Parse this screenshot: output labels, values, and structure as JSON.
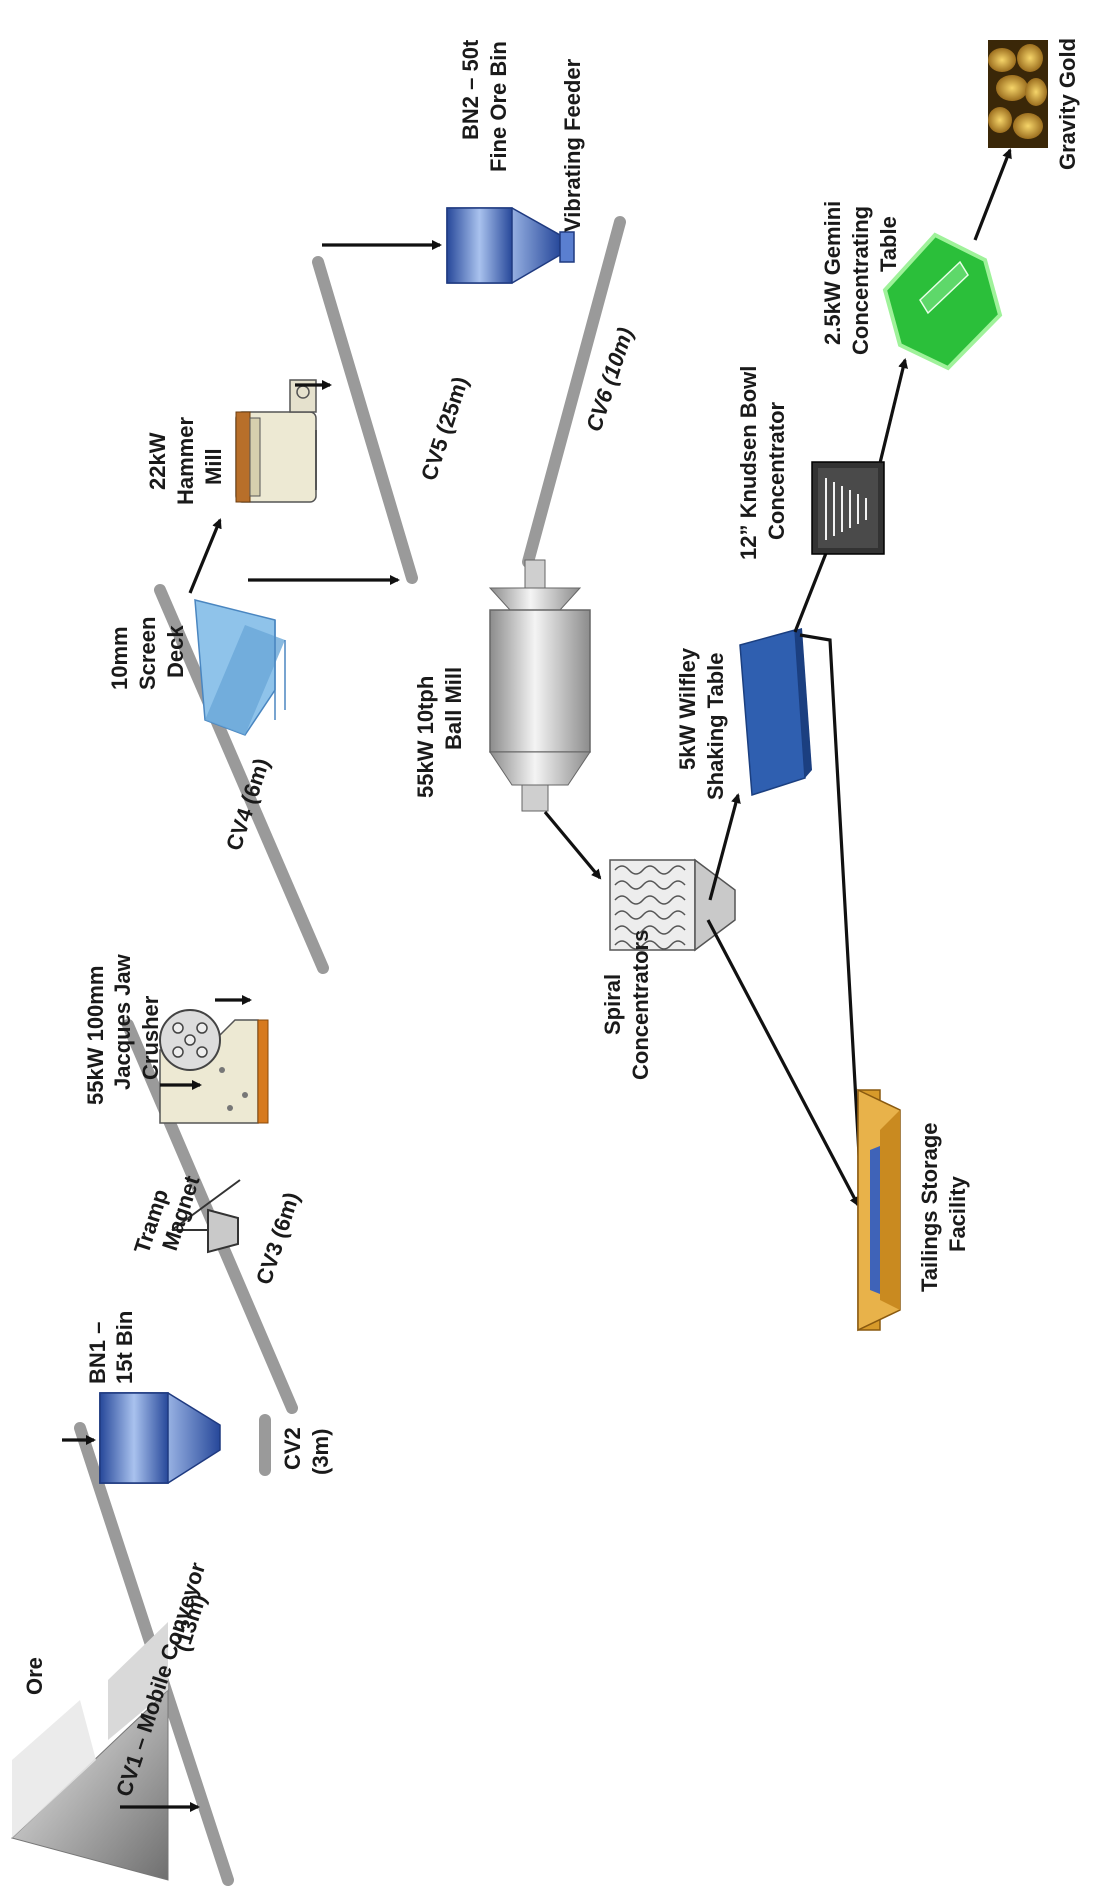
{
  "labels": {
    "ore": "Ore",
    "cv1_a": "CV1 – Mobile Conveyor",
    "cv1_b": "(13m)",
    "bn1_a": "BN1 –",
    "bn1_b": "15t Bin",
    "cv2_a": "CV2",
    "cv2_b": "(3m)",
    "tramp_a": "Tramp",
    "tramp_b": "Magnet",
    "cv3": "CV3 (6m)",
    "jaw_a": "55kW 100mm",
    "jaw_b": "Jacques Jaw",
    "jaw_c": "Crusher",
    "cv4": "CV4 (6m)",
    "screen_a": "10mm",
    "screen_b": "Screen",
    "screen_c": "Deck",
    "hammer_a": "22kW",
    "hammer_b": "Hammer",
    "hammer_c": "Mill",
    "cv5": "CV5 (25m)",
    "bn2_a": "BN2 – 50t",
    "bn2_b": "Fine Ore Bin",
    "feeder": "Vibrating Feeder",
    "cv6": "CV6 (10m)",
    "ballmill_a": "55kW 10tph",
    "ballmill_b": "Ball Mill",
    "spiral_a": "Spiral",
    "spiral_b": "Concentrators",
    "wilfley_a": "5kW Wilfley",
    "wilfley_b": "Shaking Table",
    "knudsen_a": "12” Knudsen Bowl",
    "knudsen_b": "Concentrator",
    "gemini_a": "2.5kW Gemini",
    "gemini_b": "Concentrating",
    "gemini_c": "Table",
    "gold": "Gravity Gold",
    "tailings_a": "Tailings Storage",
    "tailings_b": "Facility"
  },
  "colors": {
    "conveyor": "#9a9a9a",
    "bin_blue": "#3f63b8",
    "screen_blue": "#6aa8d8",
    "wilfley_blue": "#2f5fb0",
    "gemini_green": "#2bbf3a",
    "crusher_orange": "#d77a1e",
    "gold": "#d4a21a"
  },
  "icons": [
    "ore-pile-icon",
    "bin-icon",
    "magnet-icon",
    "jaw-crusher-icon",
    "screen-deck-icon",
    "hammer-mill-icon",
    "ball-mill-icon",
    "spiral-icon",
    "wilfley-table-icon",
    "knudsen-bowl-icon",
    "gemini-table-icon",
    "gold-nuggets-icon",
    "tailings-pond-icon",
    "vibrating-feeder-icon"
  ]
}
